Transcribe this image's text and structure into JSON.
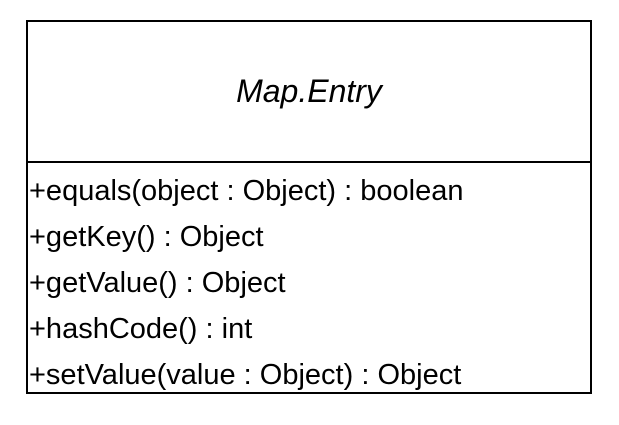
{
  "class": {
    "name": "Map.Entry",
    "operations": [
      "+equals(object : Object) : boolean",
      "+getKey() : Object",
      "+getValue() : Object",
      "+hashCode() : int",
      "+setValue(value : Object) : Object"
    ]
  }
}
